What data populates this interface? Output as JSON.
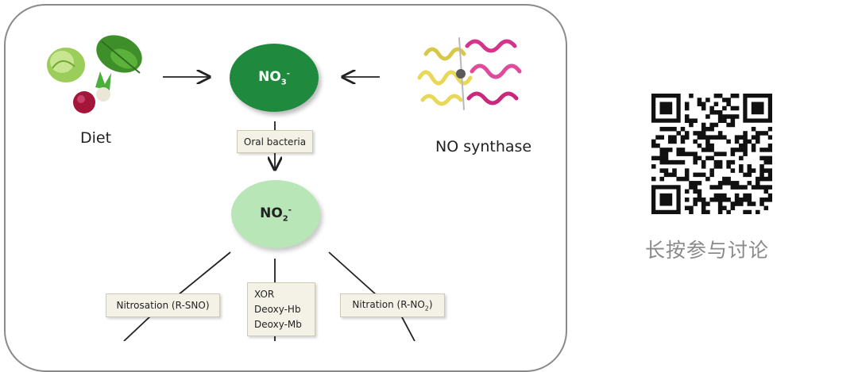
{
  "diagram": {
    "sources": {
      "diet_label": "Diet",
      "enzyme_label": "NO synthase"
    },
    "nitrate": {
      "base": "NO",
      "sub": "3",
      "sup": "-"
    },
    "oral_bacteria": "Oral bacteria",
    "nitrite": {
      "base": "NO",
      "sub": "2",
      "sup": "-"
    },
    "branches": {
      "nitrosation": "Nitrosation (R-SNO)",
      "reductases": [
        "XOR",
        "Deoxy-Hb",
        "Deoxy-Mb"
      ],
      "nitration_prefix": "Nitration (R-NO",
      "nitration_sub": "2",
      "nitration_suffix": ")"
    }
  },
  "qr": {
    "caption": "长按参与讨论"
  },
  "colors": {
    "nitrate_dark": "#1f8a3e",
    "nitrite_light": "#b9e6b6",
    "box_fill": "#f4f2e6",
    "protein_yellow": "#e8d85a",
    "protein_pink": "#d6338a"
  },
  "icons": [
    "lettuce-icon",
    "spinach-icon",
    "beet-icon",
    "protein-structure-icon",
    "qr-code-icon"
  ]
}
